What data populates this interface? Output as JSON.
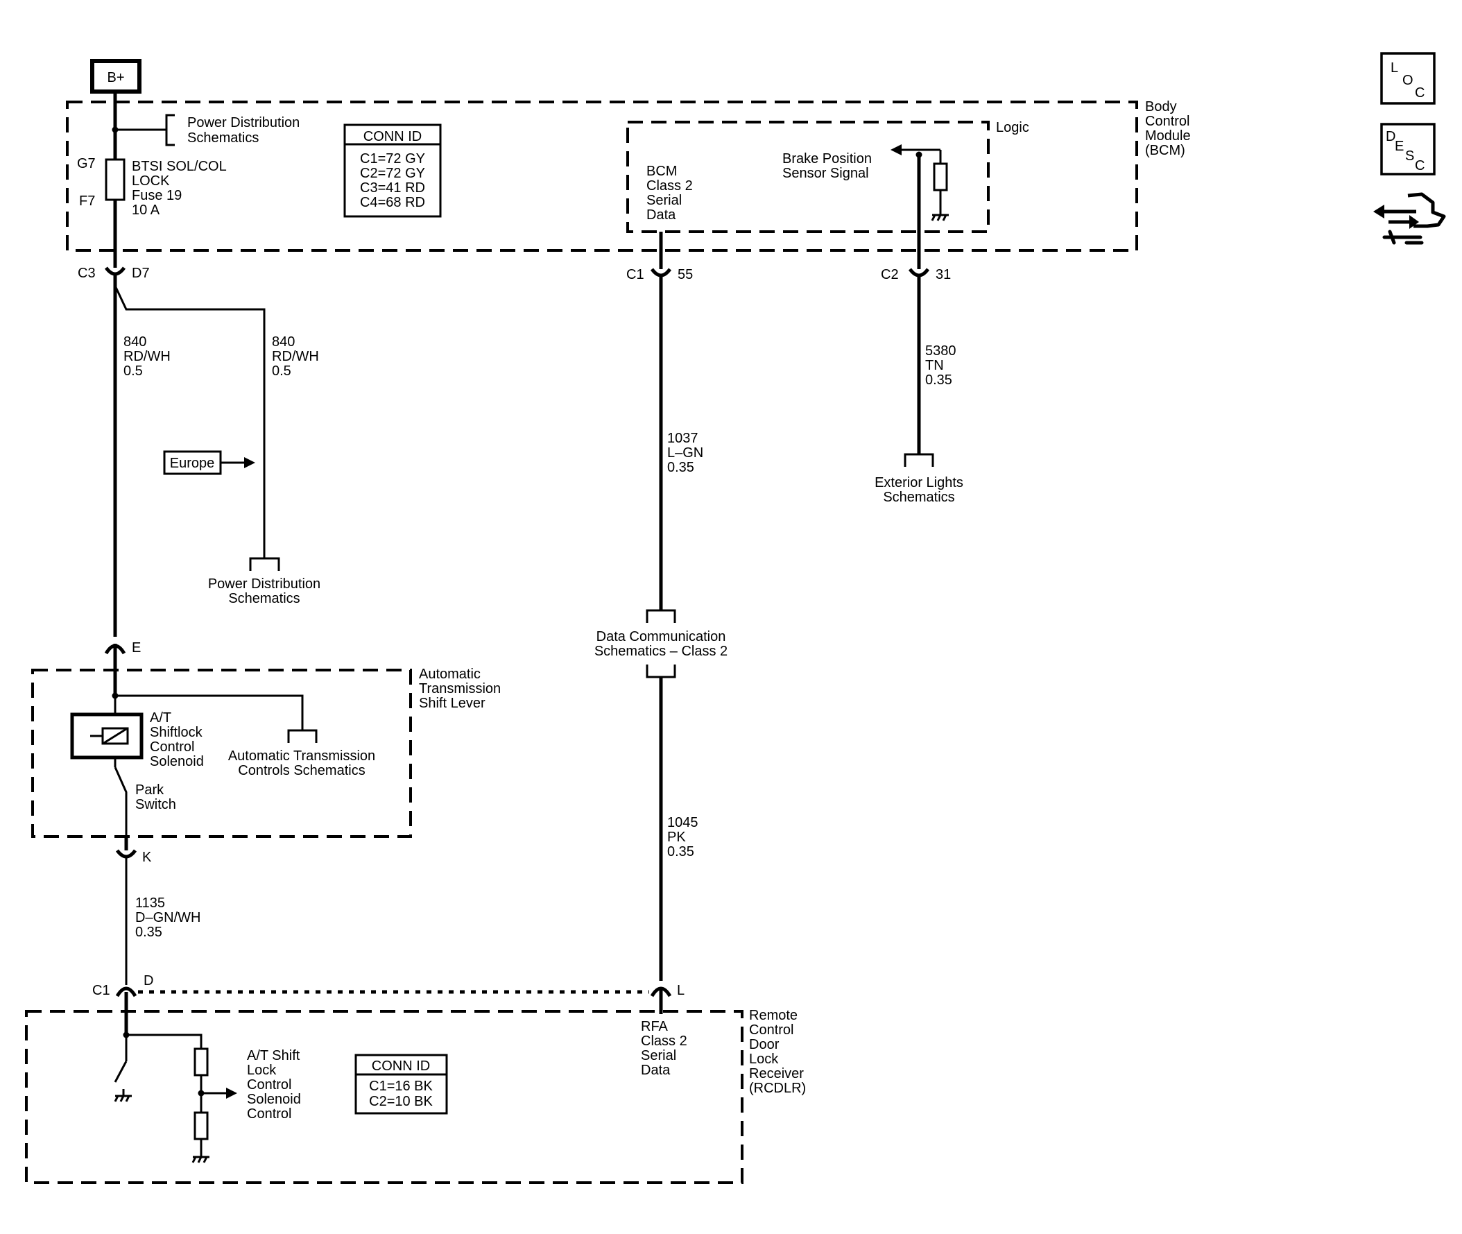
{
  "battery": {
    "label": "B+"
  },
  "bcm": {
    "name_lines": [
      "Body",
      "Control",
      "Module",
      "(BCM)"
    ],
    "logic_label": "Logic",
    "power_dist_ref": [
      "Power Distribution",
      "Schematics"
    ],
    "fuse_pins": {
      "top": "G7",
      "bottom": "F7"
    },
    "fuse_lines": [
      "BTSI SOL/COL",
      "LOCK",
      "Fuse 19",
      "10 A"
    ],
    "conn_id": {
      "title": "CONN ID",
      "lines": [
        "C1=72 GY",
        "C2=72 GY",
        "C3=41 RD",
        "C4=68 RD"
      ]
    },
    "serial_data": [
      "BCM",
      "Class 2",
      "Serial",
      "Data"
    ],
    "brake_signal": [
      "Brake Position",
      "Sensor Signal"
    ]
  },
  "connectors": {
    "c3_d7": {
      "conn": "C3",
      "pin": "D7"
    },
    "c1_55": {
      "conn": "C1",
      "pin": "55"
    },
    "c2_31": {
      "conn": "C2",
      "pin": "31"
    },
    "e": {
      "pin": "E"
    },
    "k": {
      "pin": "K"
    },
    "c1_d": {
      "conn": "C1",
      "pin": "D"
    },
    "l": {
      "pin": "L"
    }
  },
  "wires": {
    "w840_left": [
      "840",
      "RD/WH",
      "0.5"
    ],
    "w840_right": [
      "840",
      "RD/WH",
      "0.5"
    ],
    "w1037": [
      "1037",
      "L–GN",
      "0.35"
    ],
    "w5380": [
      "5380",
      "TN",
      "0.35"
    ],
    "w1045": [
      "1045",
      "PK",
      "0.35"
    ],
    "w1135": [
      "1135",
      "D–GN/WH",
      "0.35"
    ]
  },
  "refs": {
    "europe": "Europe",
    "power_dist": [
      "Power Distribution",
      "Schematics"
    ],
    "exterior_lights": [
      "Exterior Lights",
      "Schematics"
    ],
    "data_comm": [
      "Data Communication",
      "Schematics – Class 2"
    ],
    "auto_trans": [
      "Automatic Transmission",
      "Controls Schematics"
    ]
  },
  "shift_lever": {
    "name_lines": [
      "Automatic",
      "Transmission",
      "Shift Lever"
    ],
    "solenoid": [
      "A/T",
      "Shiftlock",
      "Control",
      "Solenoid"
    ],
    "park_switch": [
      "Park",
      "Switch"
    ]
  },
  "rcdlr": {
    "name_lines": [
      "Remote",
      "Control",
      "Door",
      "Lock",
      "Receiver",
      "(RCDLR)"
    ],
    "solenoid_ctrl": [
      "A/T Shift",
      "Lock",
      "Control",
      "Solenoid",
      "Control"
    ],
    "conn_id": {
      "title": "CONN ID",
      "lines": [
        "C1=16 BK",
        "C2=10 BK"
      ]
    },
    "serial_data": [
      "RFA",
      "Class 2",
      "Serial",
      "Data"
    ]
  },
  "side_icons": {
    "loc": {
      "icon": "loc-icon",
      "letters": [
        "L",
        "O",
        "C"
      ]
    },
    "desc": {
      "icon": "desc-icon",
      "letters": [
        "D",
        "E",
        "S",
        "C"
      ]
    },
    "harness": {
      "icon": "harness-connector-icon"
    }
  }
}
